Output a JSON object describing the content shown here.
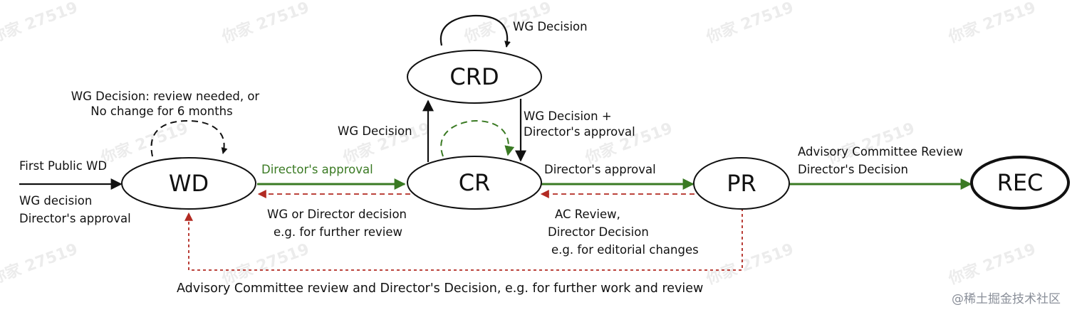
{
  "nodes": {
    "wd": "WD",
    "cr": "CR",
    "crd": "CRD",
    "pr": "PR",
    "rec": "REC"
  },
  "labels": {
    "first_public_wd": "First Public WD",
    "wg_decision_left": "WG decision",
    "directors_approval_left": "Director's approval",
    "wd_loop_line1": "WG Decision: review needed, or",
    "wd_loop_line2": "No change for 6 months",
    "wd_to_cr": "Director's approval",
    "cr_to_wd_line1": "WG or Director decision",
    "cr_to_wd_line2": "e.g. for further review",
    "cr_to_crd": "WG Decision",
    "crd_loop": "WG Decision",
    "crd_to_cr_line1": "WG Decision +",
    "crd_to_cr_line2": "Director's approval",
    "cr_to_pr": "Director's approval",
    "pr_to_cr_line1": "AC Review,",
    "pr_to_cr_line2": "Director Decision",
    "pr_to_cr_line3": "e.g. for editorial changes",
    "pr_to_rec_line1": "Advisory Committee Review",
    "pr_to_rec_line2": "Director's Decision",
    "pr_to_wd": "Advisory Committee review and Director's Decision, e.g. for further work and review"
  },
  "watermark": "你家 27519",
  "footer": "@稀土掘金技术社区",
  "colors": {
    "black": "#111111",
    "green": "#3a7a23",
    "red": "#b22a22"
  }
}
